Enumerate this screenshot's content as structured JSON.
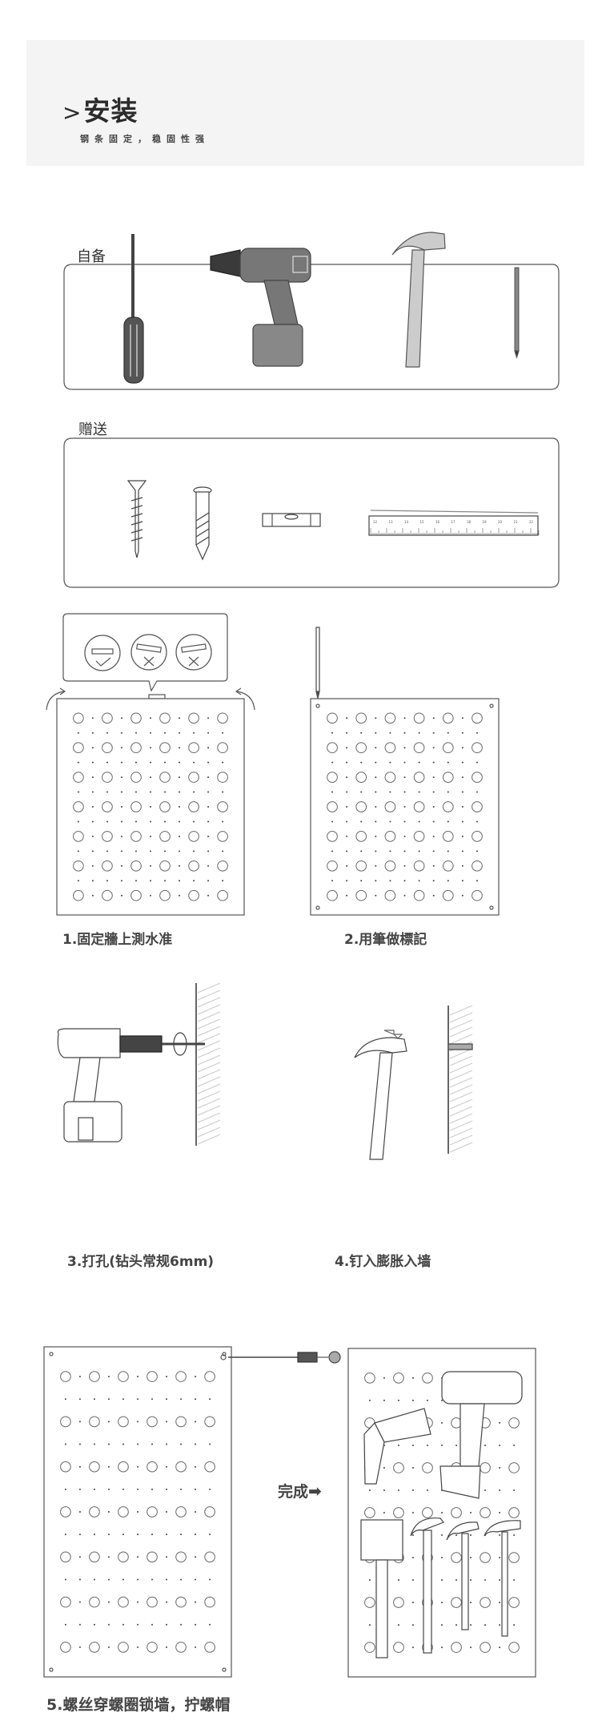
{
  "header": {
    "arrow": ">",
    "title": "安装",
    "subtitle": "钢条固定，稳固性强"
  },
  "self_prepared": {
    "label": "自备",
    "tools": [
      "screwdriver-icon",
      "drill-icon",
      "hammer-icon",
      "pencil-icon"
    ]
  },
  "included": {
    "label": "赠送",
    "items": [
      "screw-icon",
      "wall-anchor-icon",
      "spirit-level-icon",
      "ruler-icon"
    ],
    "ruler_numbers": [
      "12",
      "13",
      "14",
      "15",
      "16",
      "17",
      "18",
      "19",
      "20",
      "21",
      "22"
    ]
  },
  "steps": [
    {
      "label": "1.固定牆上測水准"
    },
    {
      "label": "2.用筆做標記"
    },
    {
      "label": "3.打孔(钻头常规6mm)"
    },
    {
      "label": "4.钉入膨胀入墙"
    },
    {
      "label": "5.螺丝穿螺圈锁墙，拧螺帽"
    }
  ],
  "done_label": "完成",
  "pegboard": {
    "hole_cols": 6,
    "hole_rows": 7
  },
  "colors": {
    "header_bg": "#f3f4f3",
    "line": "#555555",
    "tool_gray": "#777777",
    "tool_dark": "#3a3a3a"
  }
}
